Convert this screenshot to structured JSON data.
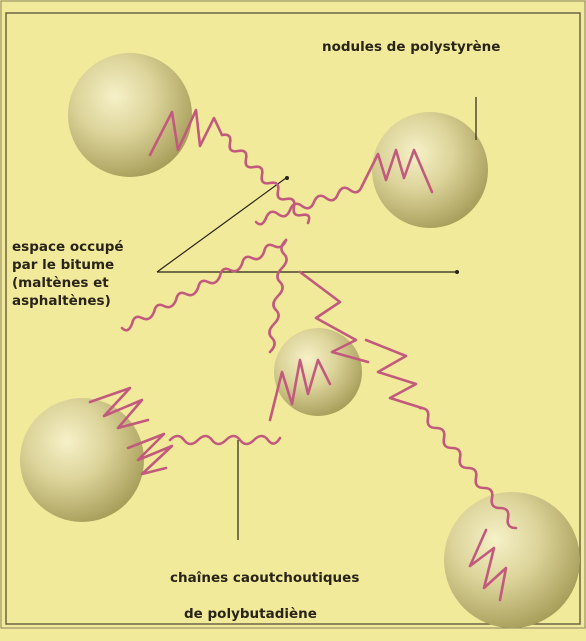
{
  "labels": {
    "nodules": "nodules de polystyrène",
    "espace": "espace occupé\npar le bitume\n(maltènes et\nasphaltènes)",
    "chaines_line1": "chaînes caoutchoutiques",
    "chaines_line2": "de polybutadiène"
  },
  "colors": {
    "background": "#f1ea9a",
    "sphere": "#c9c07a",
    "chain": "#c25a7e",
    "line": "#2a2418"
  }
}
